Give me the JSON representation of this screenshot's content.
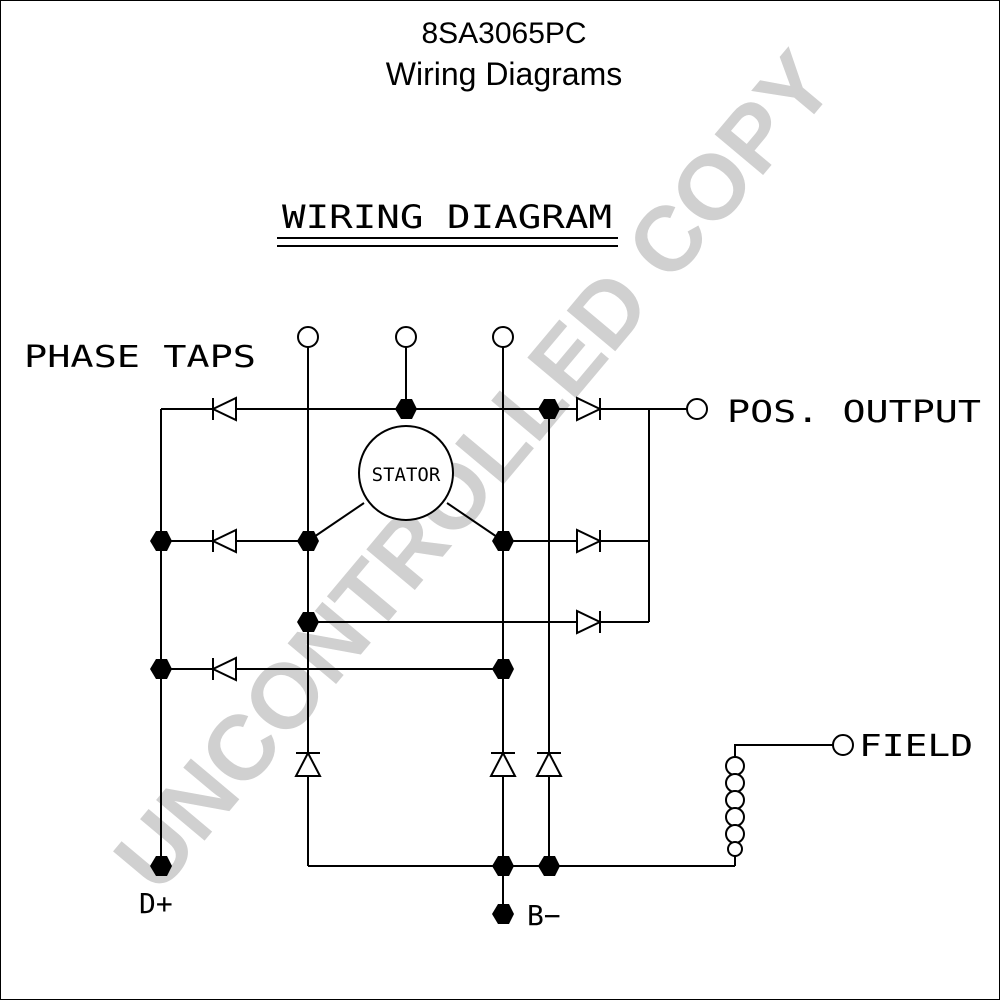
{
  "header": {
    "part_number": "8SA3065PC",
    "subtitle": "Wiring Diagrams"
  },
  "diagram": {
    "title": "WIRING DIAGRAM",
    "labels": {
      "phase_taps": "PHASE TAPS",
      "stator": "STATOR",
      "pos_output": "POS. OUTPUT",
      "field": "FIELD",
      "d_plus": "D+",
      "b_minus": "B−"
    }
  },
  "watermark": {
    "text": "UNCONTROLLED COPY",
    "color": "#d0d0d0"
  }
}
